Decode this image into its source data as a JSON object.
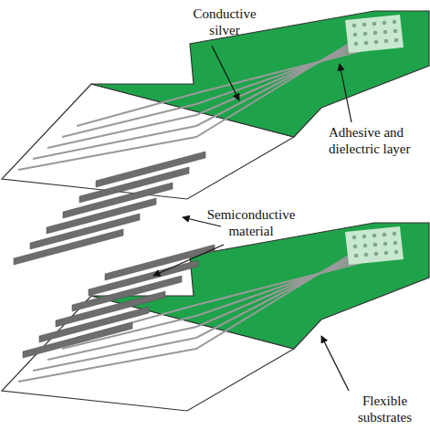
{
  "diagram": {
    "labels": [
      "Conductive silver",
      "Adhesive and dielectric layer",
      "Semiconductive material",
      "Flexible substrates"
    ]
  }
}
